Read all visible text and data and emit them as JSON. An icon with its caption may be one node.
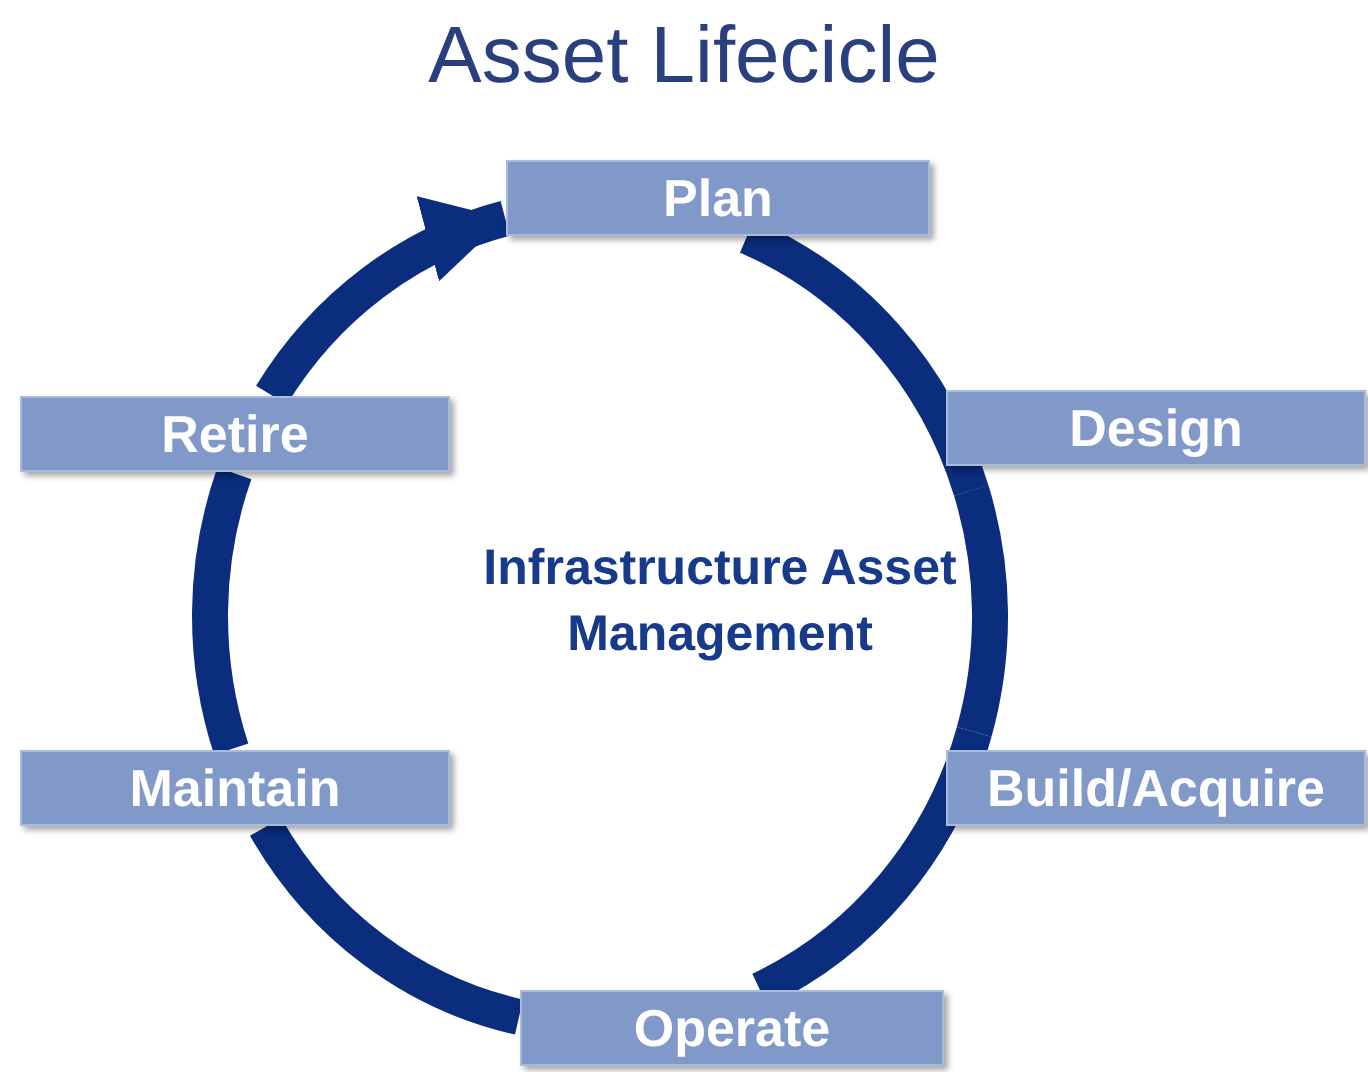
{
  "diagram": {
    "title": "Asset Lifecicle",
    "nodes": [
      {
        "text": [
          "Plan"
        ]
      },
      {
        "text": [
          "Design"
        ]
      },
      {
        "text": [
          "Build/Acquire"
        ]
      },
      {
        "text": [
          "Operate"
        ]
      },
      {
        "text": [
          "Maintain"
        ]
      },
      {
        "text": [
          "Retire"
        ]
      }
    ],
    "edges": [
      {
        "from": 0,
        "to": 1,
        "arrow": "none"
      },
      {
        "from": 1,
        "to": 2,
        "arrow": "none"
      },
      {
        "from": 2,
        "to": 3,
        "arrow": "none"
      },
      {
        "from": 3,
        "to": 4,
        "arrow": "none"
      },
      {
        "from": 4,
        "to": 5,
        "arrow": "none"
      },
      {
        "from": 5,
        "to": 0,
        "arrow": "to"
      }
    ],
    "labels": [
      "Infrastructure Asset Management"
    ]
  }
}
